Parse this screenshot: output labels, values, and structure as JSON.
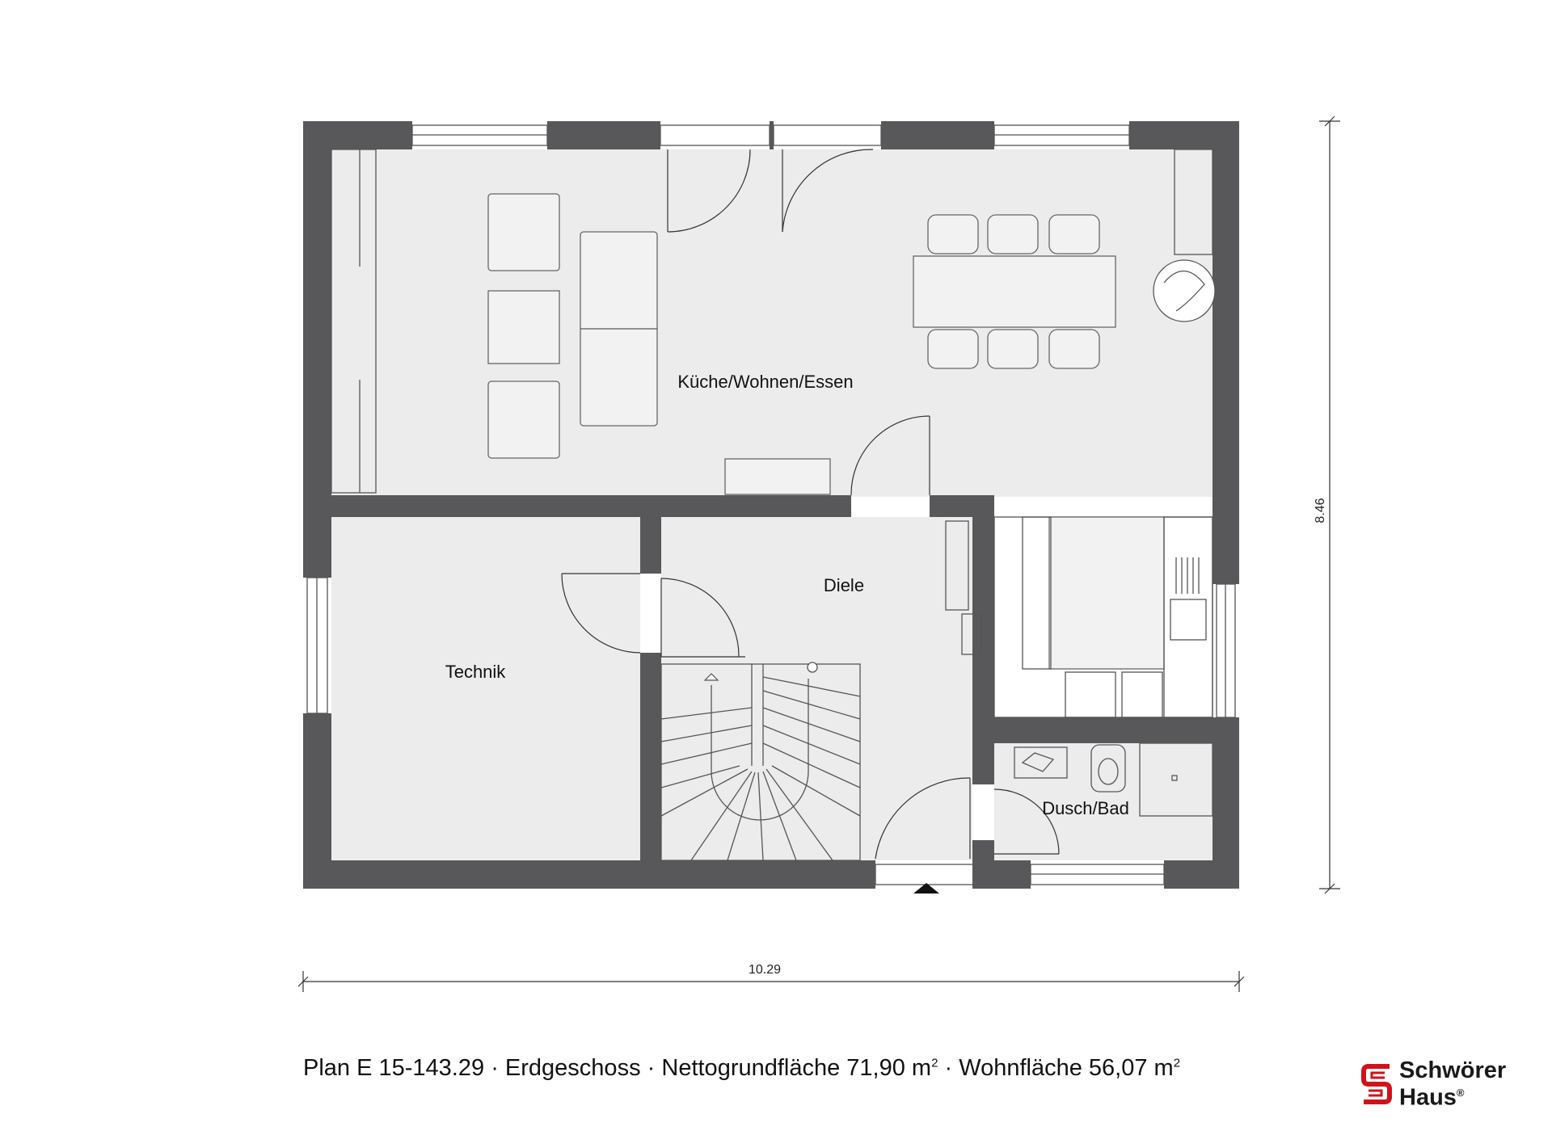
{
  "rooms": {
    "kueche_wohnen_essen": "Küche/Wohnen/Essen",
    "diele": "Diele",
    "technik": "Technik",
    "dusch_bad": "Dusch/Bad"
  },
  "dimensions": {
    "width": "10.29",
    "depth": "8.46"
  },
  "caption": {
    "plan": "Plan E 15-143.29",
    "sep": "·",
    "floor": "Erdgeschoss",
    "net_label": "Nettogrundfläche 71,90 m",
    "living_label": "Wohnfläche 56,07 m",
    "unit_exp": "2"
  },
  "logo": {
    "line1": "Schwörer",
    "line2": "Haus",
    "registered": "®",
    "brand_color": "#d0121b"
  },
  "colors": {
    "wall": "#58585a",
    "floor": "#ececec"
  }
}
